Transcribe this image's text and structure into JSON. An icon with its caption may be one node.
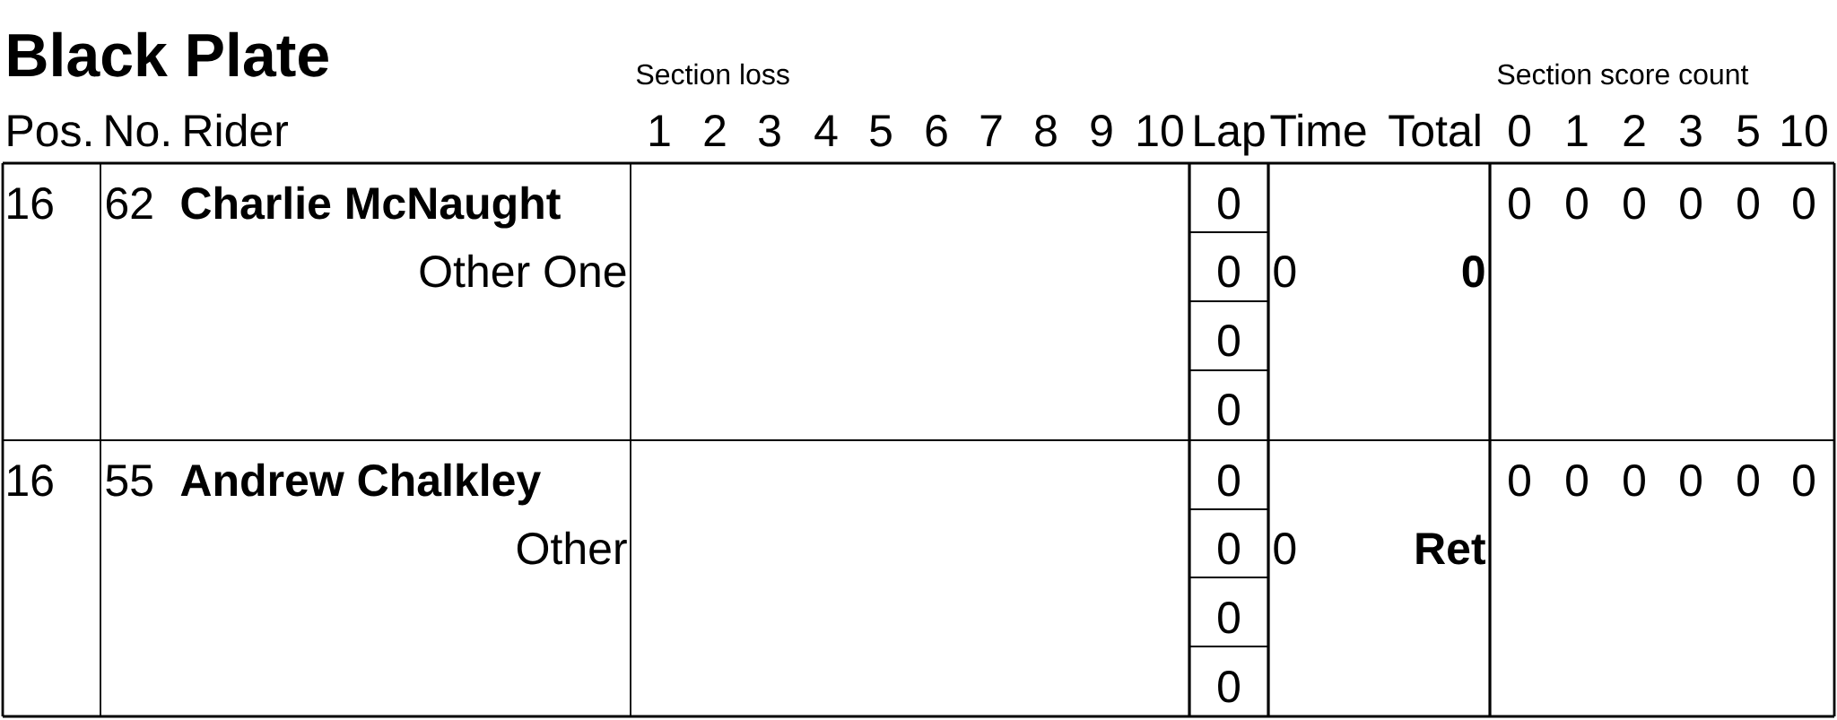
{
  "diagram": {
    "title": "Black Plate",
    "labels": [
      "Section loss",
      "Section score count",
      "Pos.",
      "No.",
      "Rider",
      "1",
      "2",
      "3",
      "4",
      "5",
      "6",
      "7",
      "8",
      "9",
      "10",
      "Lap",
      "Time",
      "Total",
      "0",
      "1",
      "2",
      "3",
      "5",
      "10",
      "16",
      "62",
      "Charlie McNaught",
      "0",
      "0",
      "0",
      "0",
      "0",
      "0",
      "0",
      "Other One",
      "0",
      "0",
      "0",
      "0",
      "0",
      "16",
      "55",
      "Andrew Chalkley",
      "0",
      "0",
      "0",
      "0",
      "0",
      "0",
      "0",
      "Other",
      "0",
      "0",
      "Ret",
      "0",
      "0"
    ]
  }
}
